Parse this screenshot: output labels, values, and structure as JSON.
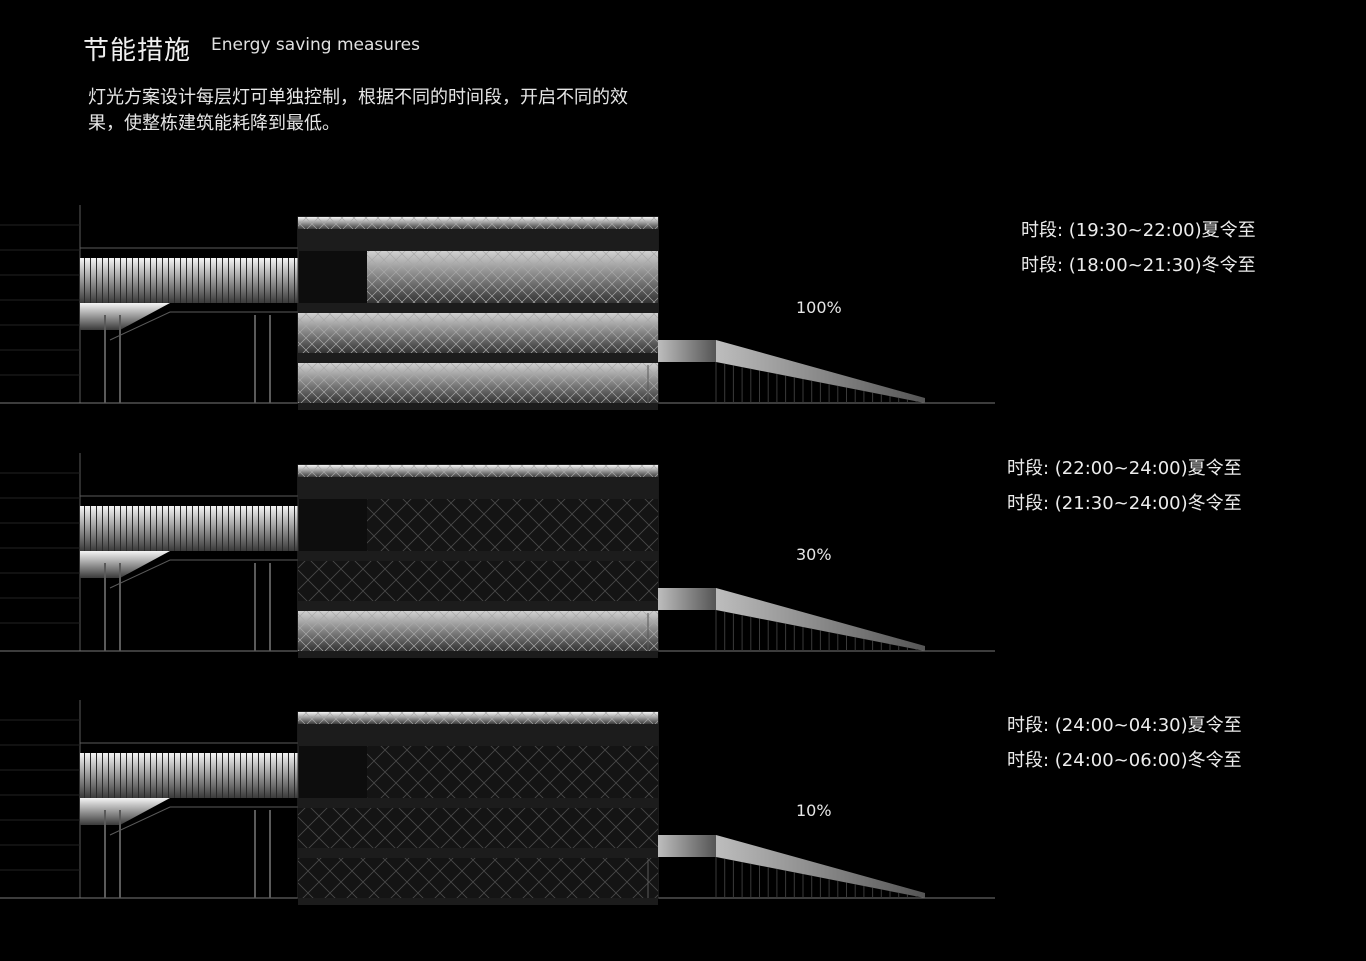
{
  "header": {
    "title_cn": "节能措施",
    "title_en": "Energy saving measures",
    "description": "灯光方案设计每层灯可单独控制，根据不同的时间段，开启不同的效果，使整栋建筑能耗降到最低。"
  },
  "panels": [
    {
      "percent_label": "100%",
      "level": 1.0,
      "times": [
        "时段: (19:30~22:00)夏令至",
        "时段: (18:00~21:30)冬令至"
      ]
    },
    {
      "percent_label": "30%",
      "level": 0.3,
      "times": [
        "时段: (22:00~24:00)夏令至",
        "时段: (21:30~24:00)冬令至"
      ]
    },
    {
      "percent_label": "10%",
      "level": 0.1,
      "times": [
        "时段: (24:00~04:30)夏令至",
        "时段: (24:00~06:00)冬令至"
      ]
    }
  ],
  "colors": {
    "background": "#000000",
    "line": "#5a5a5a",
    "bright": "#e8e8e8",
    "dark_band": "#1c1c1c"
  }
}
